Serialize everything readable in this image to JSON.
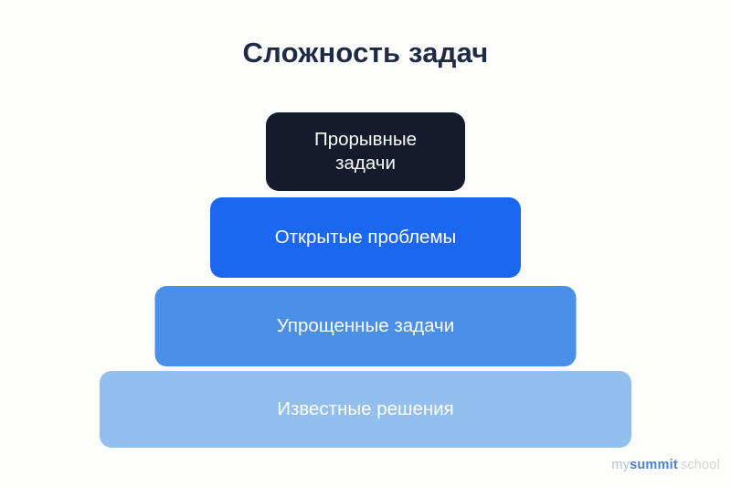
{
  "title": "Сложность задач",
  "pyramid": {
    "levels": [
      {
        "label": "Прорывные задачи",
        "color": "#141b2c",
        "text_color": "#ffffff"
      },
      {
        "label": "Открытые проблемы",
        "color": "#1b68f0",
        "text_color": "#ffffff"
      },
      {
        "label": "Упрощенные задачи",
        "color": "#4a90e8",
        "text_color": "#ffffff"
      },
      {
        "label": "Известные решения",
        "color": "#92bfee",
        "text_color": "#ffffff"
      }
    ]
  },
  "watermark": {
    "part1": "my",
    "part2": "summit",
    "part3": "school"
  },
  "colors": {
    "background": "#fdfdfc",
    "title_text": "#1f2a44",
    "watermark_accent": "#4a80d6"
  }
}
